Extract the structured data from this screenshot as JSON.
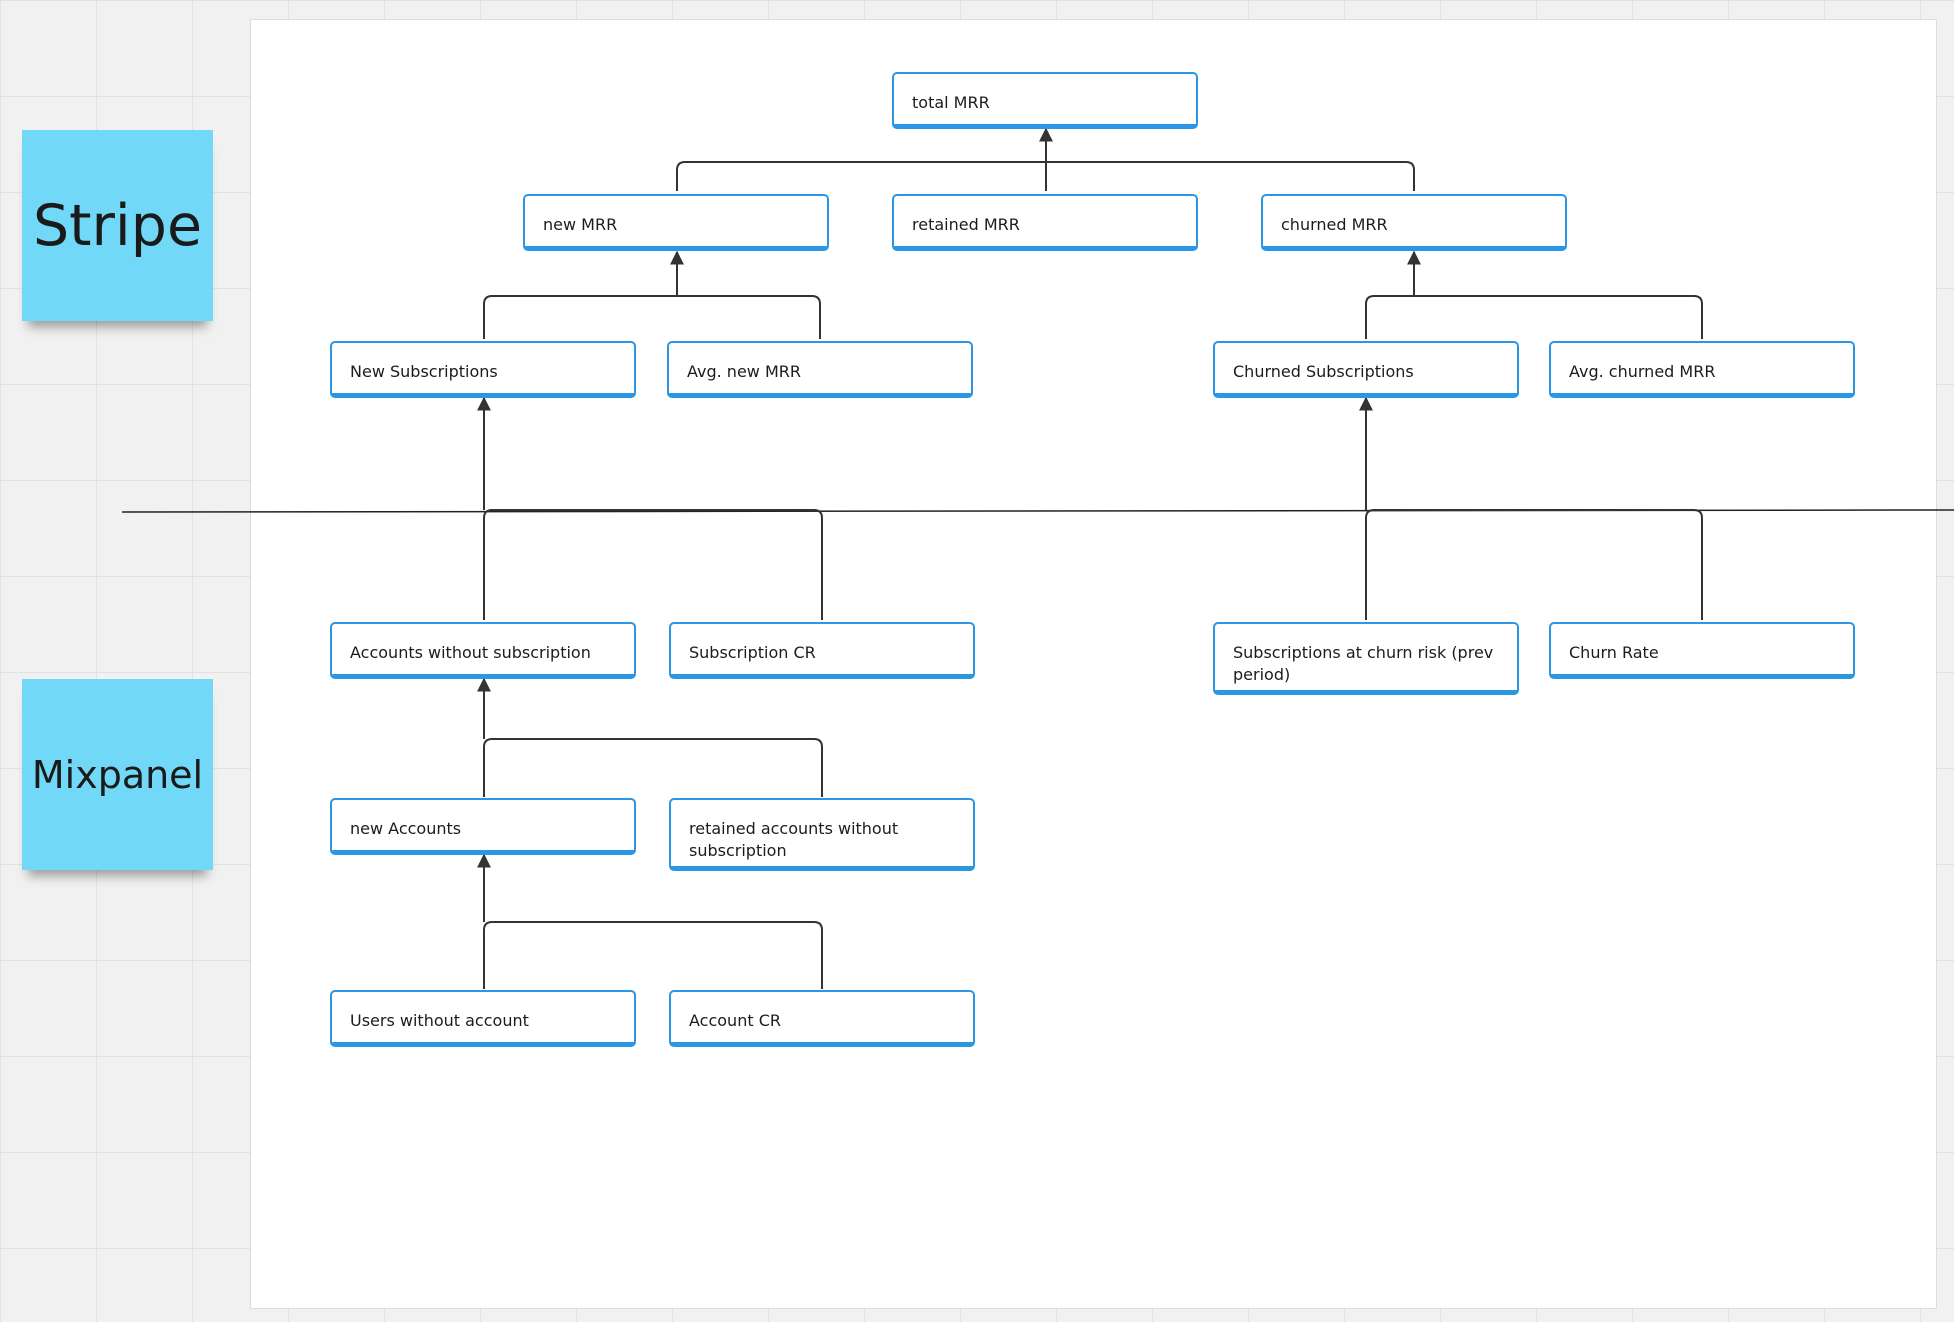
{
  "stickies": {
    "stripe": "Stripe",
    "mixpanel": "Mixpanel"
  },
  "nodes": {
    "total_mrr": "total MRR",
    "new_mrr": "new MRR",
    "retained_mrr": "retained MRR",
    "churned_mrr": "churned MRR",
    "new_subscriptions": "New Subscriptions",
    "avg_new_mrr": "Avg. new MRR",
    "churned_subscriptions": "Churned Subscriptions",
    "avg_churned_mrr": "Avg. churned MRR",
    "accounts_without_subscription": "Accounts without subscription",
    "subscription_cr": "Subscription CR",
    "subscriptions_at_churn_risk": "Subscriptions at churn risk (prev period)",
    "churn_rate": "Churn Rate",
    "new_accounts": "new Accounts",
    "retained_accounts_without_subscription": "retained accounts without subscription",
    "users_without_account": "Users without account",
    "account_cr": "Account CR"
  },
  "colors": {
    "node_border": "#2b96e6",
    "sticky": "#72d8f8",
    "connector": "#333333"
  }
}
